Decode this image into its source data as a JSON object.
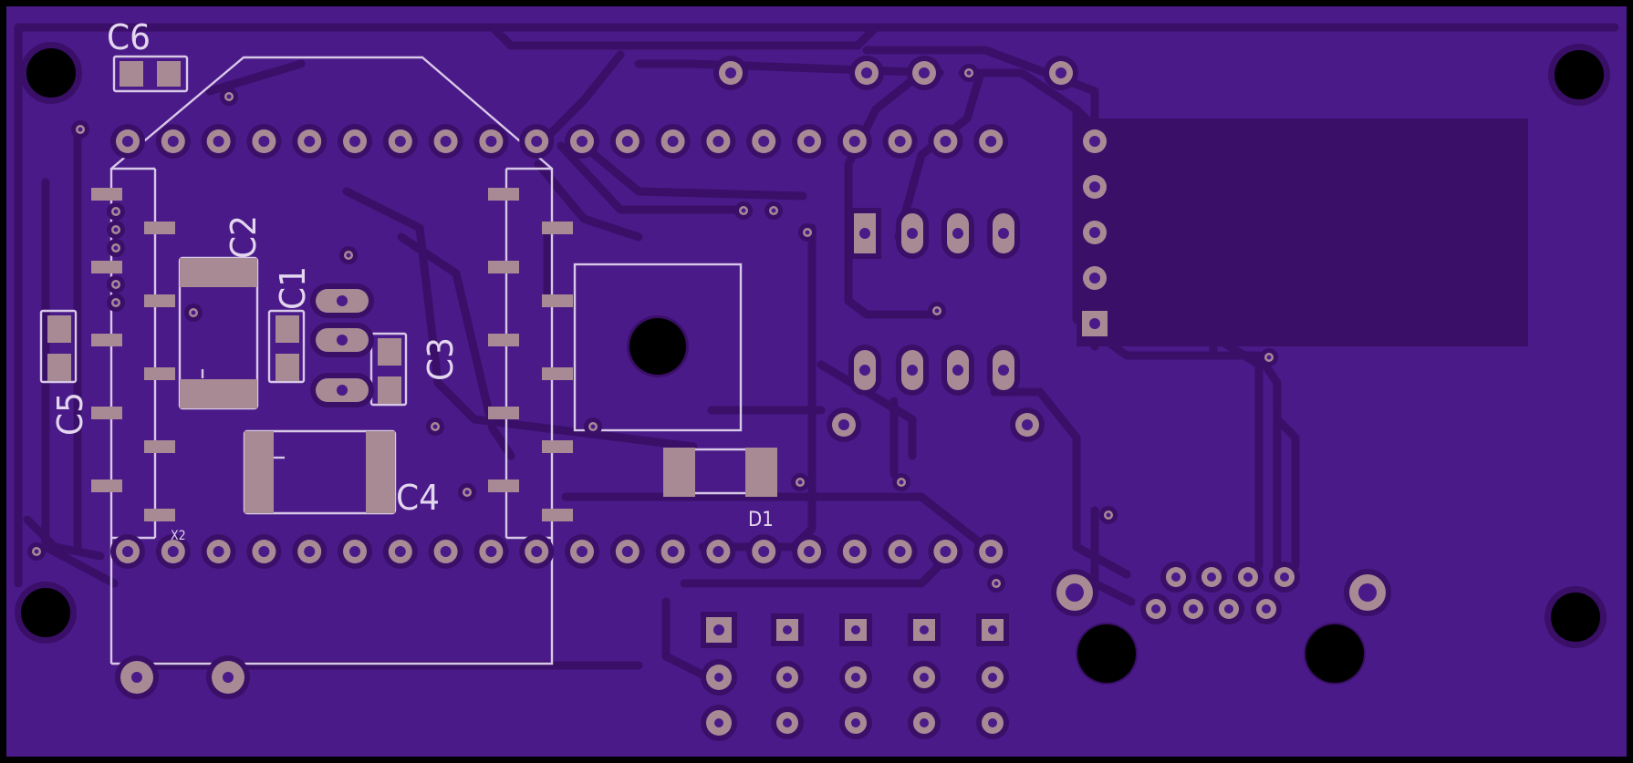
{
  "board": {
    "substrate_color": "#4a1a88",
    "copper_color": "#3a0f68",
    "pad_color": "#a88a94",
    "silk_color": "#d8c8e8",
    "hole_color": "#000000"
  },
  "labels": {
    "c6": "C6",
    "c2": "C2",
    "c1": "C1",
    "c3": "C3",
    "c5": "C5",
    "c4": "C4",
    "d1": "D1",
    "x2": "X2"
  }
}
